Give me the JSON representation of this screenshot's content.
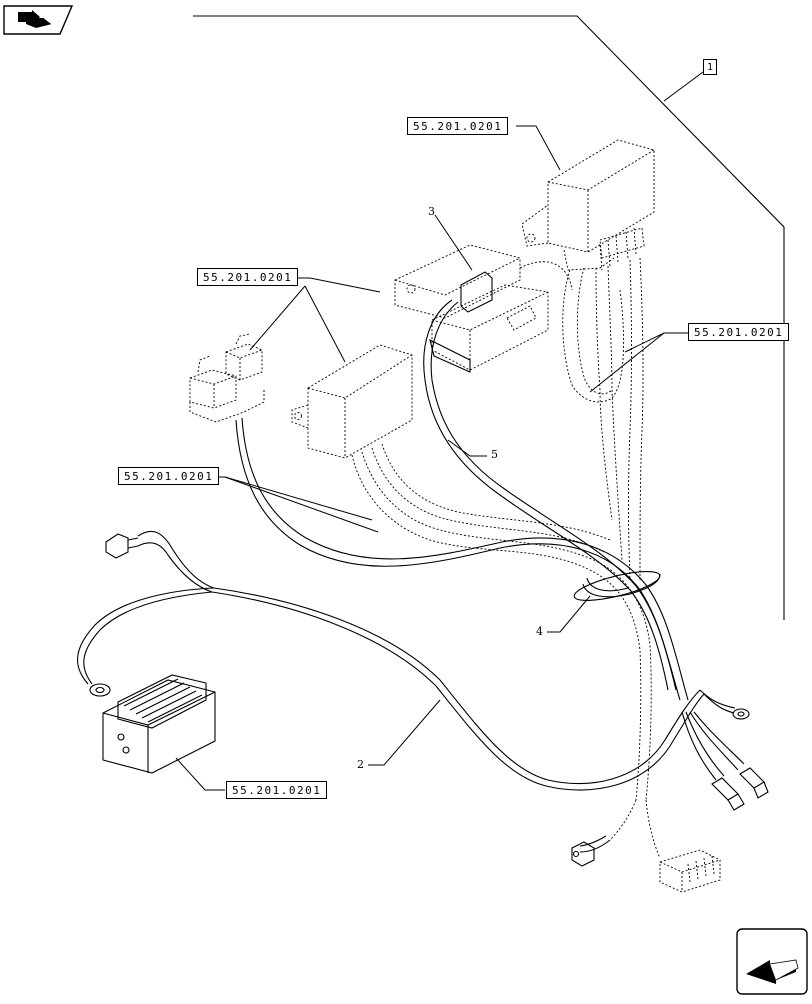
{
  "refs": {
    "top_right": "55.201.0201",
    "right": "55.201.0201",
    "left_upper": "55.201.0201",
    "left_mid": "55.201.0201",
    "bottom": "55.201.0201"
  },
  "assembly_label": "1",
  "callouts": {
    "c2": "2",
    "c3": "3",
    "c4": "4",
    "c5": "5"
  },
  "icons": {
    "top_left": "section-arrow-icon",
    "bottom_right": "next-page-arrow-icon"
  }
}
